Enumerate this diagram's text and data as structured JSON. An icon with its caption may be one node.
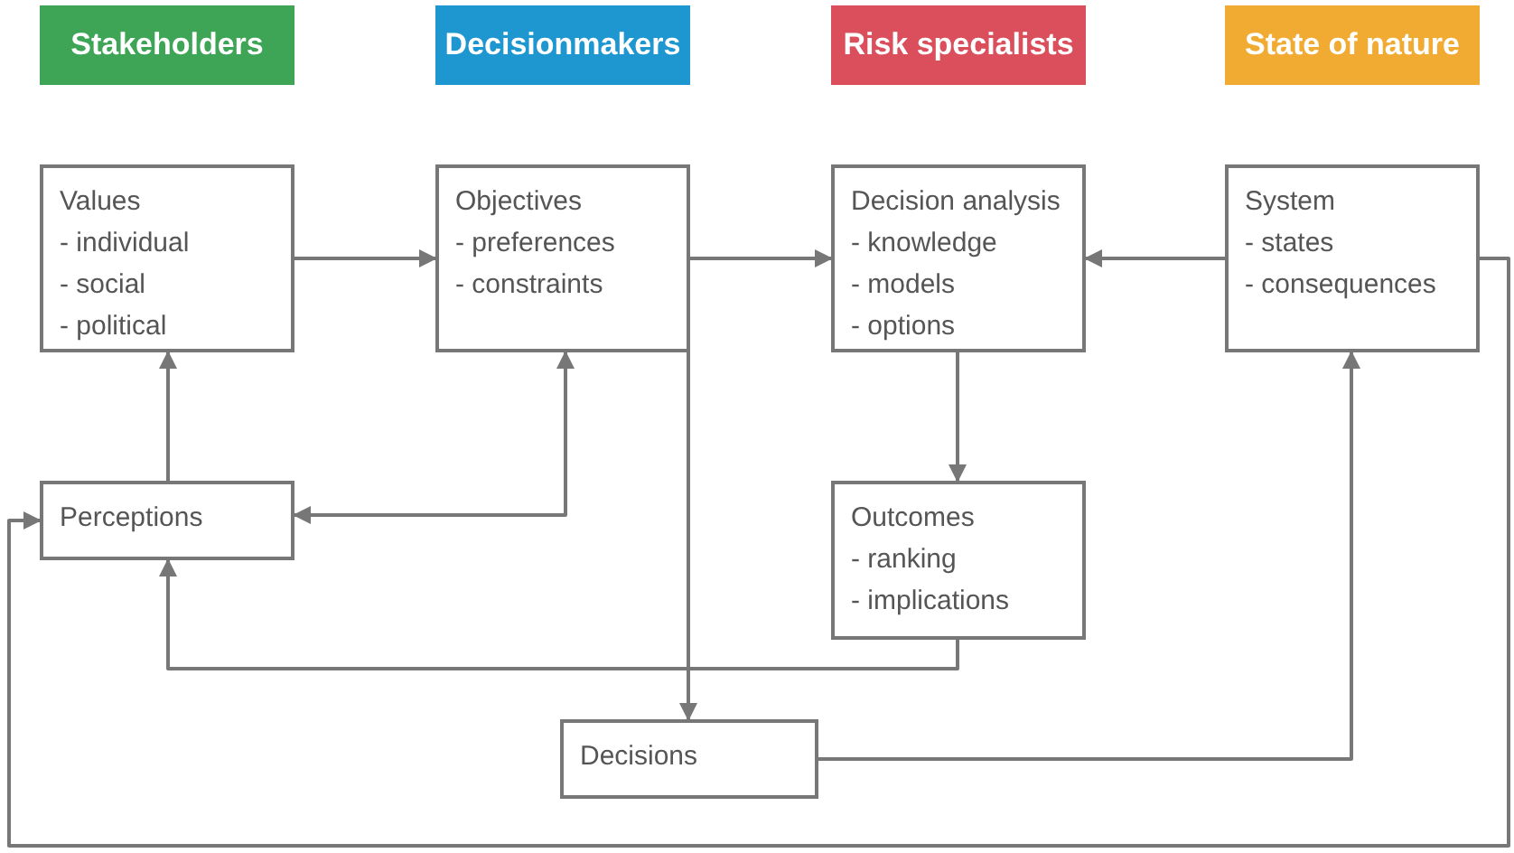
{
  "diagram": {
    "nodes": [
      {
        "text": [
          "Stakeholders"
        ]
      },
      {
        "text": [
          "Decisionmakers"
        ]
      },
      {
        "text": [
          "Risk specialists"
        ]
      },
      {
        "text": [
          "State of nature"
        ]
      },
      {
        "text": [
          "Values",
          "- individual",
          "- social",
          "- political"
        ]
      },
      {
        "text": [
          "Objectives",
          "- preferences",
          "- constraints"
        ]
      },
      {
        "text": [
          "Decision analysis",
          "- knowledge",
          "- models",
          "- options"
        ]
      },
      {
        "text": [
          "System",
          "- states",
          "- consequences"
        ]
      },
      {
        "text": [
          "Perceptions"
        ]
      },
      {
        "text": [
          "Outcomes",
          "- ranking",
          "- implications"
        ]
      },
      {
        "text": [
          "Decisions"
        ]
      }
    ],
    "edges": [
      {
        "from": 4,
        "to": 5,
        "arrow": "to"
      },
      {
        "from": 5,
        "to": 6,
        "arrow": "to"
      },
      {
        "from": 7,
        "to": 6,
        "arrow": "to"
      },
      {
        "from": 6,
        "to": 9,
        "arrow": "to"
      },
      {
        "from": 8,
        "to": 4,
        "arrow": "to"
      },
      {
        "from": 5,
        "to": 8,
        "arrow": "both"
      },
      {
        "from": 9,
        "to": 8,
        "arrow": "to"
      },
      {
        "from": 5,
        "to": 10,
        "arrow": "to"
      },
      {
        "from": 10,
        "to": 7,
        "arrow": "to"
      },
      {
        "from": 7,
        "to": 8,
        "arrow": "to"
      }
    ]
  }
}
